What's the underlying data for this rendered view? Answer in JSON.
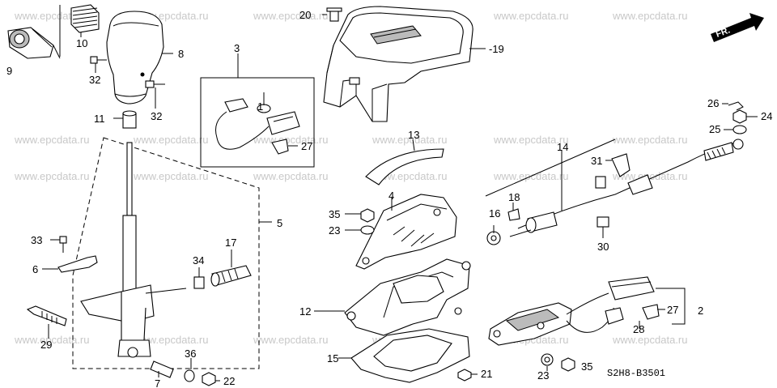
{
  "watermark": "www.epcdata.ru",
  "diagram_code": "S2H8-B3501",
  "orientation_label": "FR.",
  "callouts": {
    "c1": "1",
    "c2": "2",
    "c3": "3",
    "c4": "4",
    "c5": "5",
    "c6": "6",
    "c7": "7",
    "c8": "8",
    "c9": "9",
    "c10": "10",
    "c11": "11",
    "c12": "12",
    "c13": "13",
    "c14": "14",
    "c15": "15",
    "c16": "16",
    "c17": "17",
    "c18": "18",
    "c19": "-19",
    "c20": "20",
    "c21": "21",
    "c22": "22",
    "c23": "23",
    "c24": "24",
    "c25": "25",
    "c26": "26",
    "c27": "27",
    "c28": "28",
    "c29": "29",
    "c30": "30",
    "c31": "31",
    "c32": "32",
    "c33": "33",
    "c34": "34",
    "c35": "35",
    "c36": "36"
  }
}
